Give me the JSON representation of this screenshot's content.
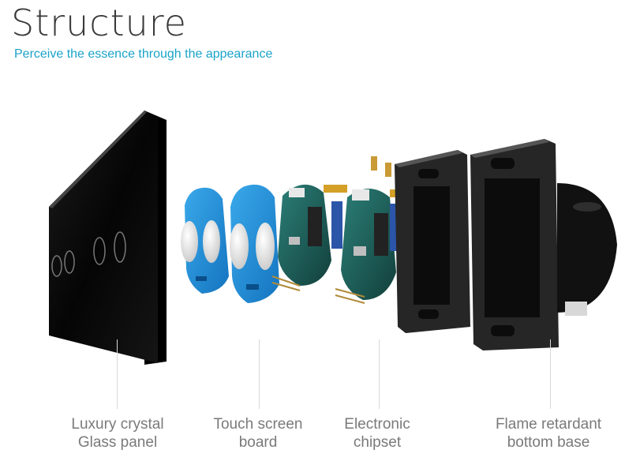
{
  "header": {
    "title": "Structure",
    "subtitle": "Perceive the essence  through the appearance"
  },
  "labels": [
    {
      "line1": "Luxury crystal",
      "line2": "Glass panel"
    },
    {
      "line1": "Touch screen",
      "line2": "board"
    },
    {
      "line1": "Electronic",
      "line2": "chipset"
    },
    {
      "line1": "Flame retardant",
      "line2": "bottom base"
    }
  ],
  "colors": {
    "accent": "#1aa3c8",
    "panel": "#0b0b0b",
    "board": "#1e8ed8",
    "pcb": "#1c5a54",
    "metal": "#2a2a2a"
  }
}
